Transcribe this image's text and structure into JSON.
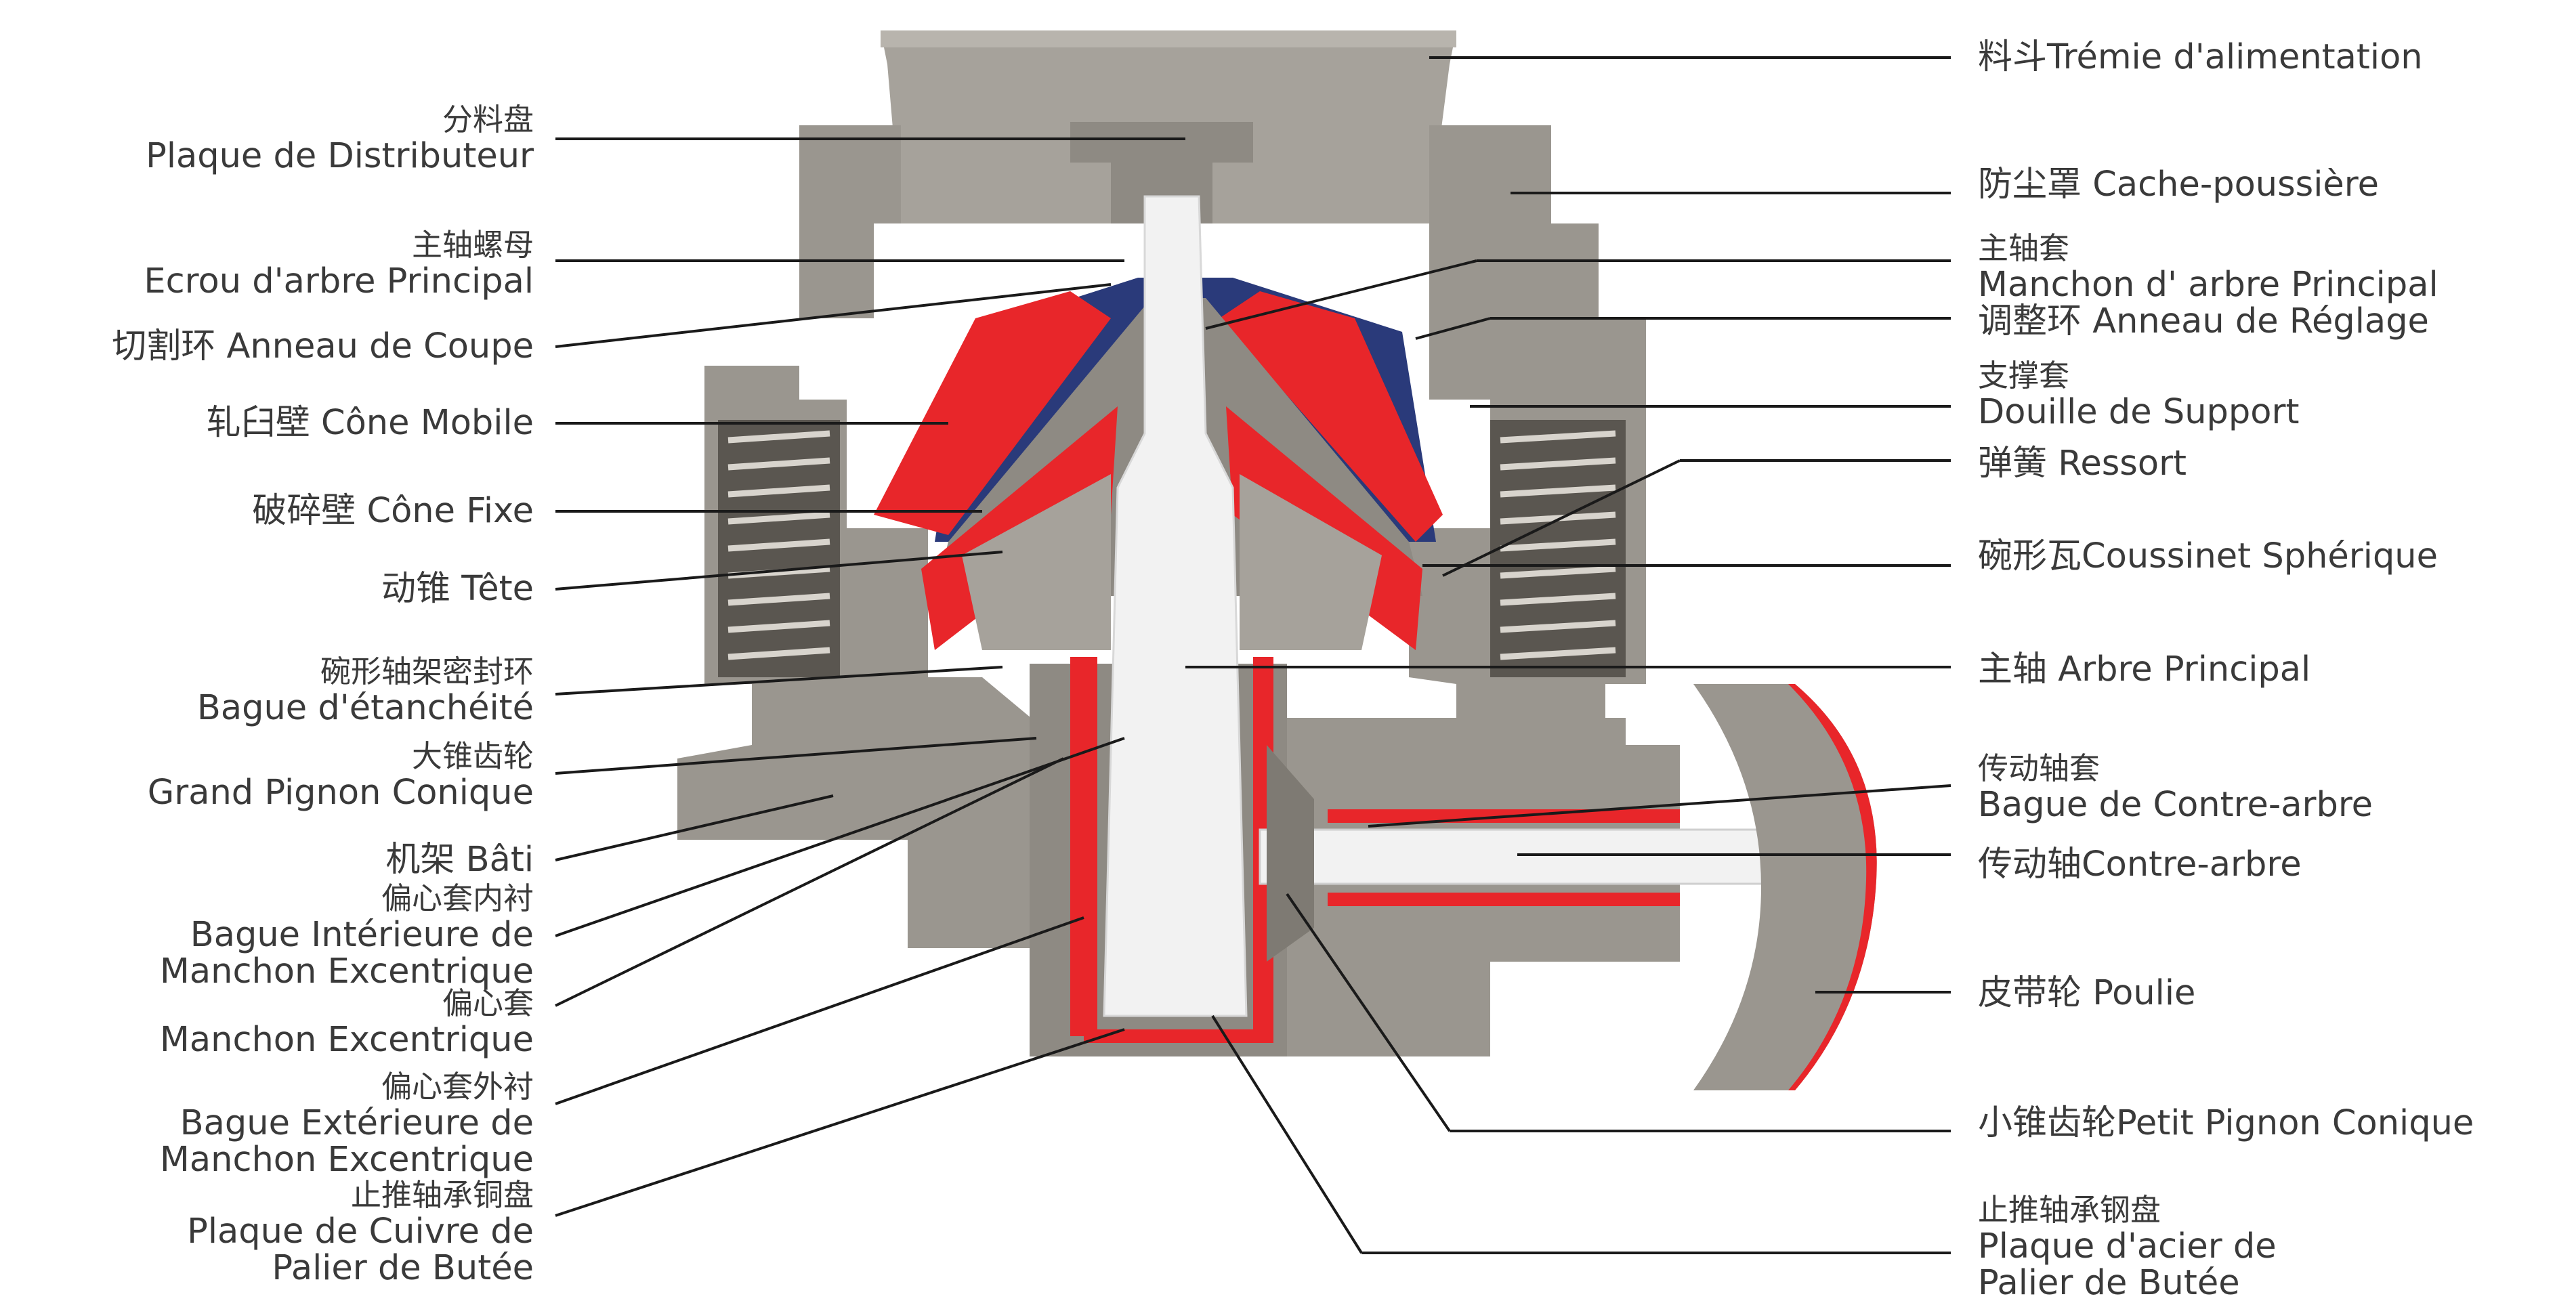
{
  "labels": {
    "left": [
      {
        "cn": "分料盘",
        "fr": "Plaque de Distributeur"
      },
      {
        "cn": "主轴螺母",
        "fr": "Ecrou d'arbre Principal"
      },
      {
        "text": "切割环 Anneau de Coupe"
      },
      {
        "text": "轧臼壁 Cône Mobile"
      },
      {
        "text": "破碎壁 Cône Fixe"
      },
      {
        "text": "动锥 Tête"
      },
      {
        "cn": "碗形轴架密封环",
        "fr": "Bague d'étanchéité"
      },
      {
        "cn": "大锥齿轮",
        "fr": "Grand Pignon Conique"
      },
      {
        "text": "机架 Bâti"
      },
      {
        "cn": "偏心套内衬",
        "fr": "Bague Intérieure de",
        "fr2": "Manchon Excentrique"
      },
      {
        "cn": "偏心套",
        "fr": "Manchon Excentrique"
      },
      {
        "cn": "偏心套外衬",
        "fr": "Bague Extérieure de",
        "fr2": "Manchon Excentrique"
      },
      {
        "cn": "止推轴承铜盘",
        "fr": "Plaque de Cuivre de",
        "fr2": "Palier de Butée"
      }
    ],
    "right": [
      {
        "text": "料斗Trémie d'alimentation"
      },
      {
        "text": "防尘罩 Cache-poussière"
      },
      {
        "cn": "主轴套",
        "fr": "Manchon d' arbre Principal"
      },
      {
        "text": "调整环 Anneau de Réglage"
      },
      {
        "cn": "支撑套",
        "fr": "Douille de Support"
      },
      {
        "text": "弹簧 Ressort"
      },
      {
        "text": "碗形瓦Coussinet Sphérique"
      },
      {
        "text": "主轴 Arbre Principal"
      },
      {
        "cn": "传动轴套",
        "fr": "Bague de Contre-arbre"
      },
      {
        "text": "传动轴Contre-arbre"
      },
      {
        "text": "皮带轮 Poulie"
      },
      {
        "text": "小锥齿轮Petit Pignon Conique"
      },
      {
        "cn": "止推轴承钢盘",
        "fr": "Plaque d'acier de",
        "fr2": "Palier de Butée"
      }
    ]
  },
  "colors": {
    "body": "#9a968f",
    "body_dark": "#7e7a73",
    "body_light": "#bdb9b2",
    "liner_red": "#e8262a",
    "mantle_blue": "#2a3a7a",
    "shaft": "#f2f2f2",
    "text": "#3a3a3a",
    "leader": "#1a1a1a"
  }
}
